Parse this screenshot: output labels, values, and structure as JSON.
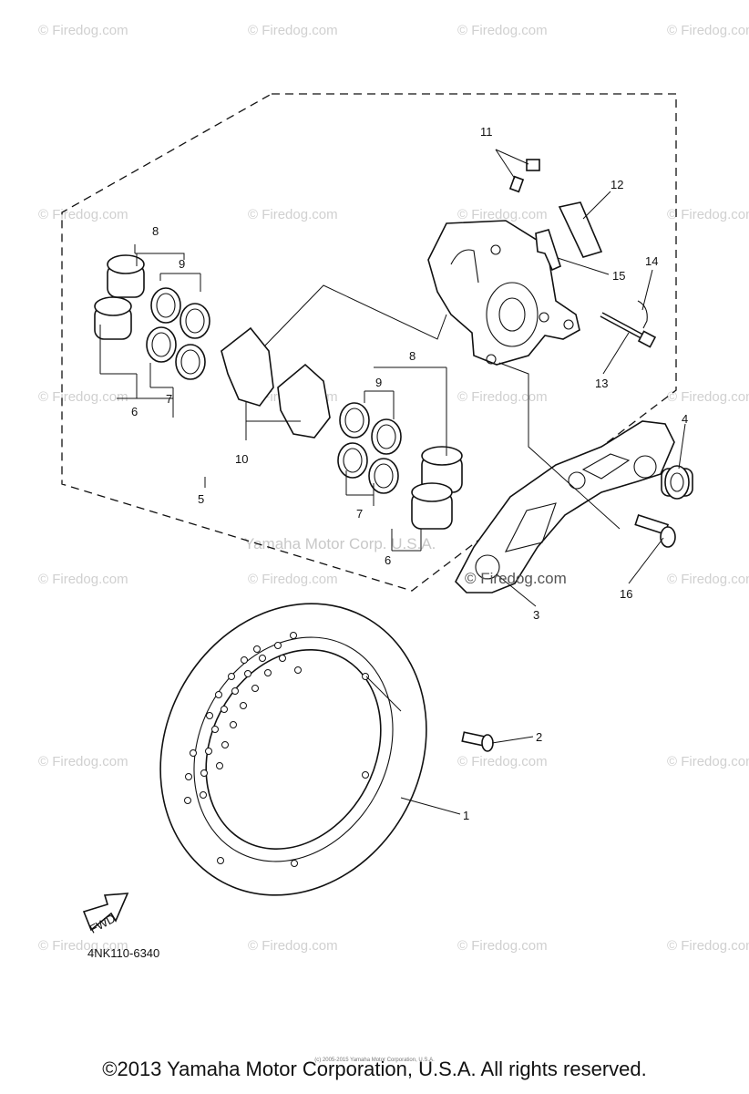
{
  "watermark": {
    "text": "© Firedog.com",
    "text_alt": "© Firedog.com",
    "center_text": "Yamaha Motor Corp. U.S.A."
  },
  "callouts": {
    "p1": "1",
    "p2": "2",
    "p3": "3",
    "p4": "4",
    "p5": "5",
    "p6a": "6",
    "p6b": "6",
    "p7a": "7",
    "p7b": "7",
    "p8a": "8",
    "p8b": "8",
    "p9a": "9",
    "p9b": "9",
    "p10": "10",
    "p11": "11",
    "p12": "12",
    "p13": "13",
    "p14": "14",
    "p15": "15",
    "p16": "16"
  },
  "fwd_label": "FWD",
  "diagram_code": "4NK110-6340",
  "tiny_copyright": "(c) 2005-2015 Yamaha Motor Corporation, U.S.A.",
  "copyright": "©2013 Yamaha Motor Corporation, U.S.A. All rights reserved."
}
